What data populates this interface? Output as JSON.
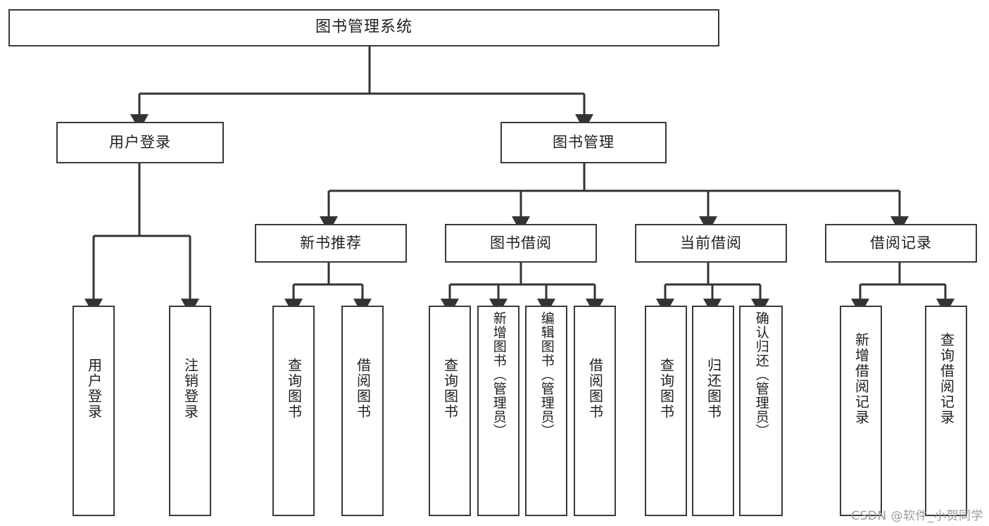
{
  "diagram": {
    "title": "图书管理系统",
    "type": "tree",
    "background": "#ffffff",
    "box_border_color": "#3a3a3a",
    "box_fill_color": "#ffffff",
    "connector_color": "#333333",
    "text_color": "#1f1f1f"
  },
  "nodes": {
    "root": {
      "label": "图书管理系统"
    },
    "level2": [
      {
        "label": "用户登录"
      },
      {
        "label": "图书管理"
      }
    ],
    "level3": [
      {
        "label": "新书推荐"
      },
      {
        "label": "图书借阅"
      },
      {
        "label": "当前借阅"
      },
      {
        "label": "借阅记录"
      }
    ],
    "leaves": {
      "user_login": [
        {
          "label": "用户登录"
        },
        {
          "label": "注销登录"
        }
      ],
      "new_book_recommend": [
        {
          "label": "查询图书"
        },
        {
          "label": "借阅图书"
        }
      ],
      "book_borrow": [
        {
          "label": "查询图书"
        },
        {
          "label": "新增图书（管理员）"
        },
        {
          "label": "编辑图书（管理员）"
        },
        {
          "label": "借阅图书"
        }
      ],
      "current_borrow": [
        {
          "label": "查询图书"
        },
        {
          "label": "归还图书"
        },
        {
          "label": "确认归还（管理员）"
        }
      ],
      "borrow_record": [
        {
          "label": "新增借阅记录"
        },
        {
          "label": "查询借阅记录"
        }
      ]
    }
  },
  "watermark": {
    "text": "CSDN @软件_小贺同学"
  }
}
